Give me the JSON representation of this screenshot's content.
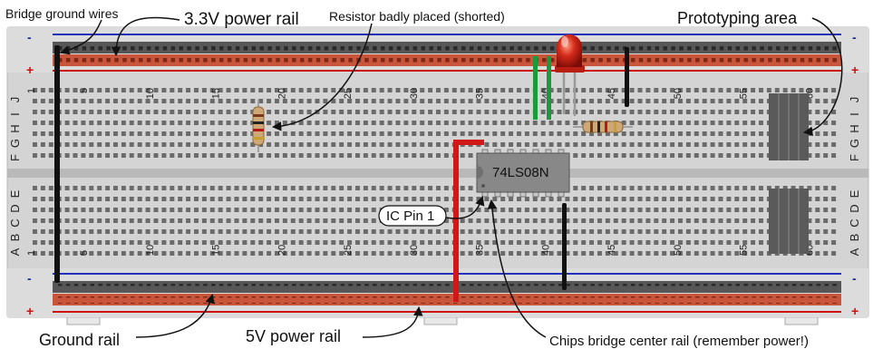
{
  "annotations": {
    "bridge_ground_wires": "Bridge ground wires",
    "power_33v_rail": "3.3V power rail",
    "resistor_badly_placed": "Resistor badly placed (shorted)",
    "prototyping_area": "Prototyping area",
    "ic_pin_1": "IC Pin 1",
    "ground_rail": "Ground rail",
    "power_5v_rail": "5V power rail",
    "chips_bridge": "Chips bridge center rail (remember power!)"
  },
  "chip": {
    "label": "74LS08N"
  },
  "breadboard": {
    "row_letters_top": [
      "J",
      "I",
      "H",
      "G",
      "F"
    ],
    "row_letters_bottom": [
      "E",
      "D",
      "C",
      "B",
      "A"
    ],
    "rail_minus": "-",
    "rail_plus": "+",
    "column_numbers": [
      "1",
      "5",
      "10",
      "15",
      "20",
      "25",
      "30",
      "35",
      "40",
      "45",
      "50",
      "55",
      "60"
    ]
  },
  "colors": {
    "board": "#d4d4d4",
    "hole": "#6b6b6b",
    "ground_rail": "#575757",
    "power_rail": "#c9553a",
    "blue_line": "#2233bb",
    "red_line": "#cc1111",
    "wire_black": "#111111",
    "wire_red": "#d01818",
    "wire_green": "#1a9a3a",
    "led": "#d42a1a",
    "resistor": "#cfa877",
    "chip": "#888888"
  }
}
